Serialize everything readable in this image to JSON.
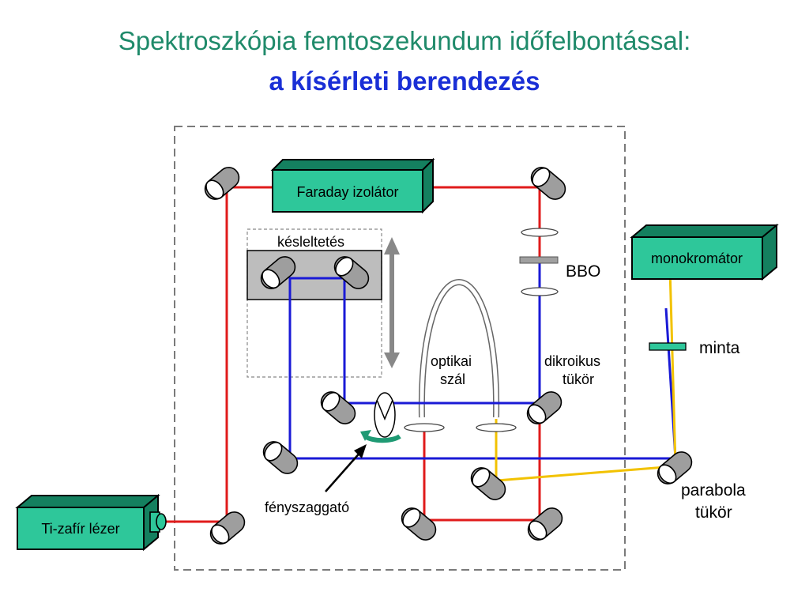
{
  "title": {
    "line1": "Spektroszkópia femtoszekundum időfelbontással:",
    "line2": "a kísérleti berendezés"
  },
  "components": {
    "laser": "Ti-zafír lézer",
    "faraday": "Faraday izolátor",
    "monochromator": "monokromátor"
  },
  "labels": {
    "delay": "késleltetés",
    "bbo": "BBO",
    "fiber_1": "optikai",
    "fiber_2": "szál",
    "dichroic_1": "dikroikus",
    "dichroic_2": "tükör",
    "sample": "minta",
    "chopper": "fényszaggató",
    "parabola_1": "parabola",
    "parabola_2": "tükör"
  },
  "colors": {
    "box_face": "#2ec79a",
    "box_side": "#14805f",
    "red_beam": "#e01b1b",
    "blue_beam": "#1a1ad6",
    "yellow_beam": "#f2c200",
    "title_green": "#1f8a6a",
    "title_blue": "#1a2fd6"
  }
}
